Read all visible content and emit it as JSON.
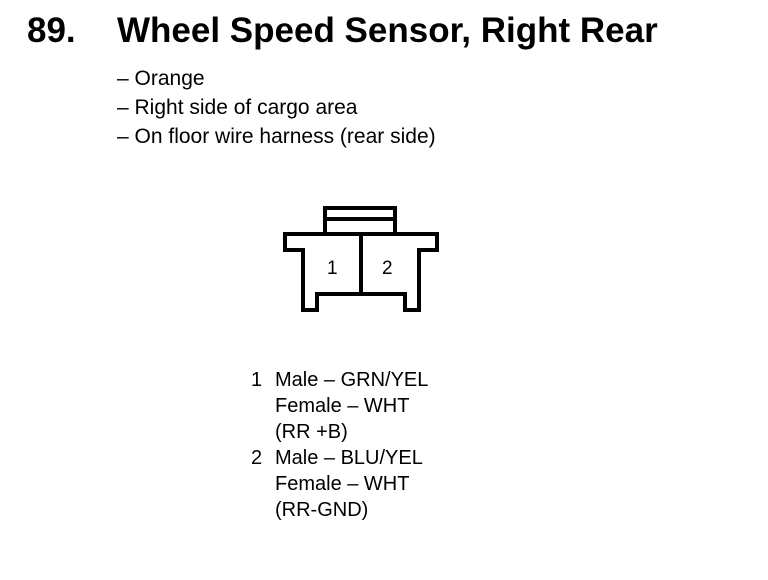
{
  "header": {
    "number": "89.",
    "title": "Wheel Speed Sensor, Right Rear"
  },
  "details": [
    "– Orange",
    "– Right side of cargo area",
    "– On floor wire harness (rear side)"
  ],
  "connector": {
    "pin_labels": [
      "1",
      "2"
    ],
    "stroke_color": "#000000",
    "fill_color": "#ffffff"
  },
  "pins": [
    {
      "number": "1",
      "male": "Male – GRN/YEL",
      "female": "Female – WHT",
      "circuit": "(RR +B)"
    },
    {
      "number": "2",
      "male": "Male – BLU/YEL",
      "female": "Female – WHT",
      "circuit": "(RR-GND)"
    }
  ]
}
